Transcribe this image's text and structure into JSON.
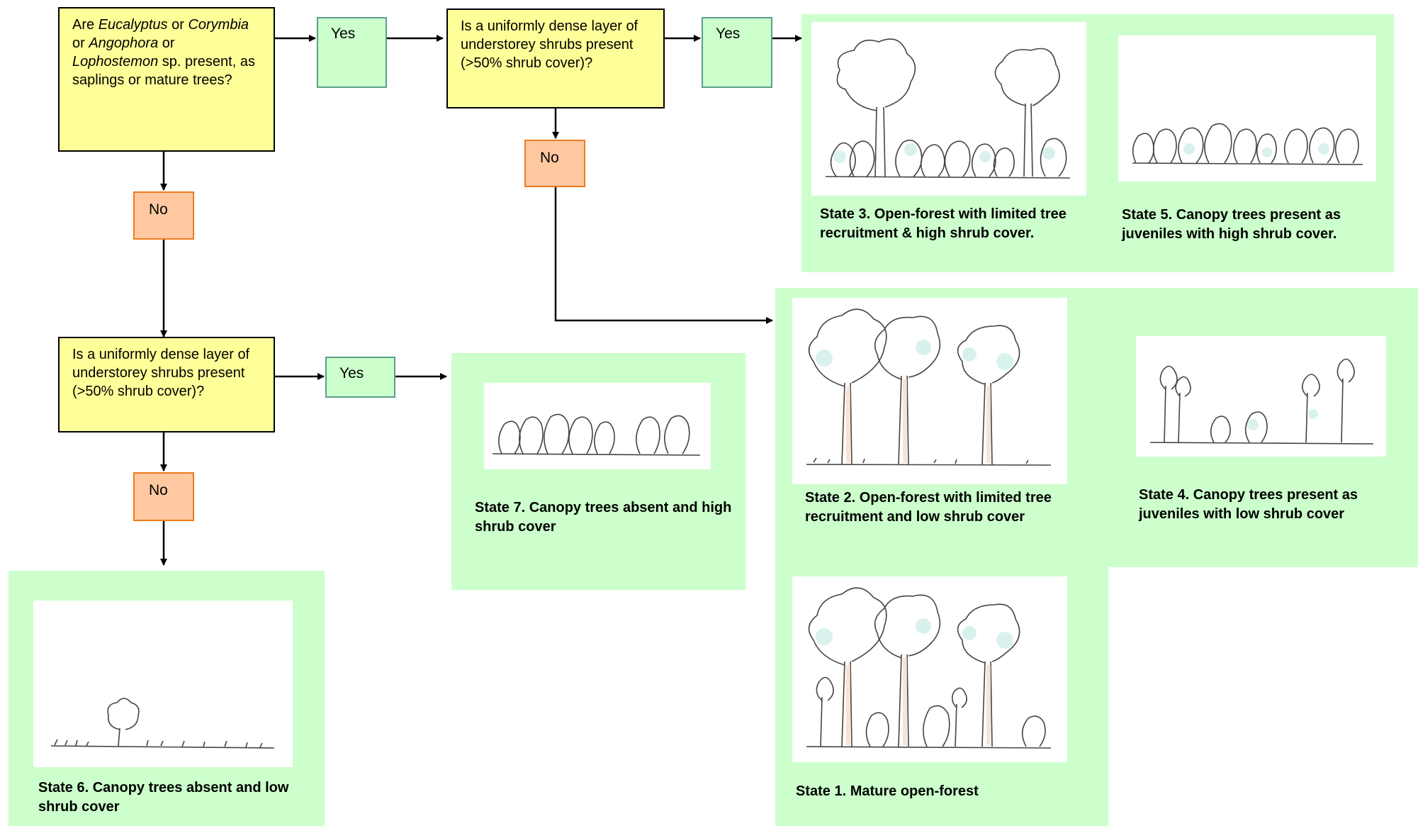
{
  "q1": {
    "parts": [
      {
        "text": "Are ",
        "italic": false
      },
      {
        "text": "Eucalyptus",
        "italic": true
      },
      {
        "text": " or ",
        "italic": false
      },
      {
        "text": "Corymbia",
        "italic": true
      },
      {
        "text": " or ",
        "italic": false
      },
      {
        "text": "Angophora",
        "italic": true
      },
      {
        "text": " or ",
        "italic": false
      },
      {
        "text": "Lophostemon",
        "italic": true
      },
      {
        "text": " sp. present, as saplings or mature trees?",
        "italic": false
      }
    ]
  },
  "q2": {
    "text": "Is a uniformly dense layer of understorey shrubs present (>50% shrub cover)?"
  },
  "q3": {
    "text": "Is a uniformly dense layer of understorey shrubs present (>50% shrub cover)?"
  },
  "answers": {
    "yes": "Yes",
    "no": "No"
  },
  "states": {
    "s1": "State 1. Mature open-forest",
    "s2": "State 2. Open-forest with limited tree recruitment and low shrub cover",
    "s3": "State 3. Open-forest with limited tree recruitment & high shrub cover.",
    "s4": "State 4. Canopy trees present as juveniles with low shrub cover",
    "s5": "State 5. Canopy trees present as juveniles with high shrub cover.",
    "s6": "State 6. Canopy trees absent and low shrub cover",
    "s7": "State 7. Canopy trees absent and high shrub cover"
  },
  "colors": {
    "question_fill": "#ffff99",
    "yes_fill": "#ccffcc",
    "no_fill": "#ffc8a0",
    "panel_fill": "#ccffcc"
  }
}
